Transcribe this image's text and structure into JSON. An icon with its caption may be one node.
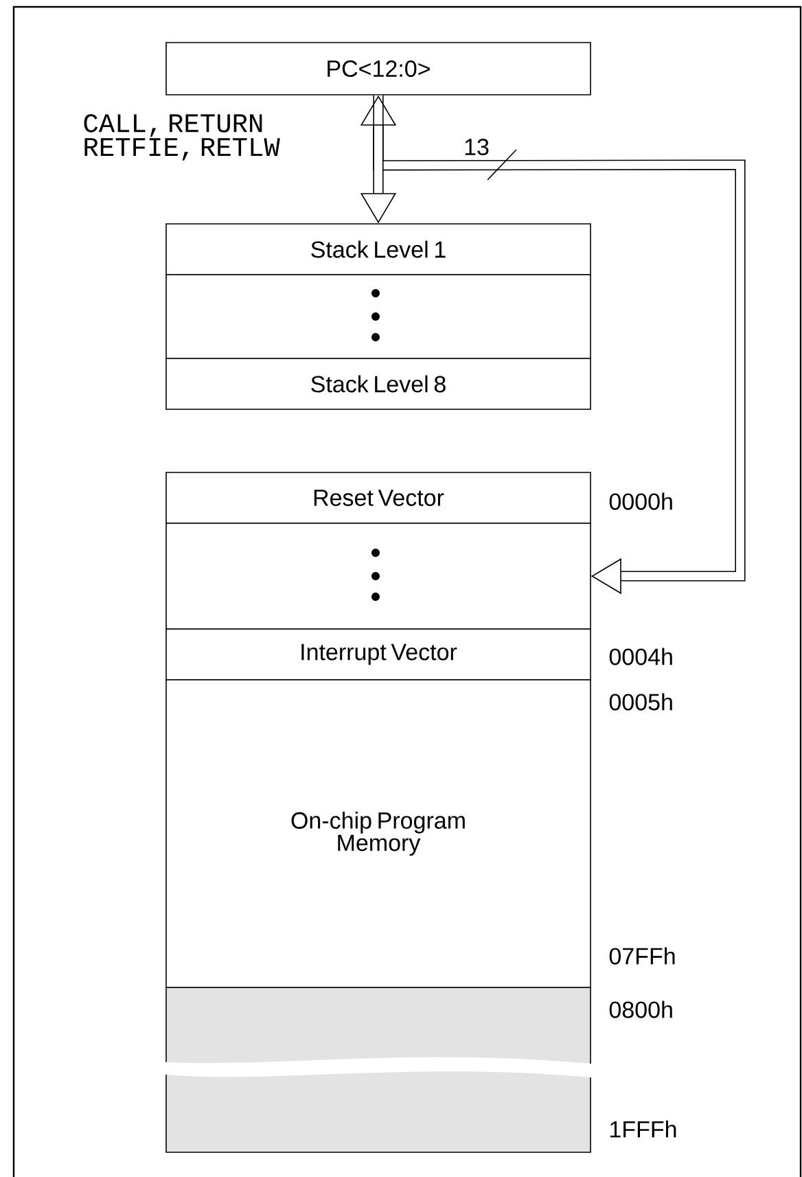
{
  "diagram": {
    "nodes": [
      {
        "text": [
          "PC<12:0>"
        ]
      },
      {
        "text": [
          "Stack Level 1"
        ]
      },
      {
        "text": [],
        "shape": "box"
      },
      {
        "text": [
          "Stack Level 8"
        ]
      },
      {
        "text": [
          "Reset Vector"
        ],
        "beside": [
          "0000h"
        ]
      },
      {
        "text": [],
        "shape": "box"
      },
      {
        "text": [
          "Interrupt Vector"
        ],
        "beside": [
          "0004h"
        ]
      },
      {
        "text": [
          "On-chip Program Memory"
        ],
        "beside": [
          "0005h",
          "07FFh"
        ]
      },
      {
        "text": [],
        "shape": "box",
        "beside": [
          "0800h",
          "1FFFh"
        ]
      }
    ],
    "edges": [
      {
        "from": 0,
        "to": 1,
        "arrow": "both",
        "label": "CALL, RETURN RETFIE, RETLW"
      },
      {
        "from": 0,
        "to": 5,
        "arrow": "to",
        "label": "13"
      }
    ]
  }
}
